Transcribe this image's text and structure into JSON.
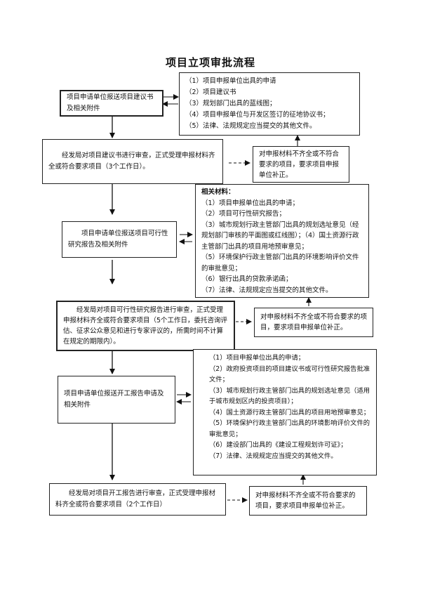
{
  "title": "项目立项审批流程",
  "steps": [
    {
      "text": "项目申请单位报送项目建议书及相关附件",
      "materials": [
        "（1）项目申报单位出具的申请",
        "（2）项目建议书",
        "（3）规划部门出具的蓝线图；",
        "（4）项目申报单位与开发区签订的征地协议书；",
        "（5）法律、法规规定应当提交的其他文件。"
      ]
    },
    {
      "text": "经发局对项目建议书进行审查，正式受理申报材料齐全或符合要求项目（3个工作日）。",
      "incomplete_note": "对申报材料不齐全或不符合要求的项目，要求项目申报单位补正。"
    },
    {
      "text": "项目申请单位报送项目可行性研究报告及相关附件",
      "materials_heading": "相关材料：",
      "materials": [
        "（1）项目申报单位出具的申请；",
        "（2）项目可行性研究报告；",
        "（3）城市规划行政主管部门出具的规划选址意见（经规划部门审核的平面图或红线图）；（4）国土资源行政主管部门出具的项目用地预审意见；",
        "（5）环境保护行政主管部门出具的环境影响评价文件的审批意见；",
        "（6）银行出具的贷款承诺函；",
        "（7）法律、法规规定应当提交的其他文件。"
      ]
    },
    {
      "text": "经发局对项目可行性研究报告进行审查，正式受理申报材料齐全或符合要求项目（5个工作日，委托咨询评估、征求公众意见和进行专家评议的，所需时间不计算在规定的期限内）。",
      "incomplete_note": "对申报材料不齐全或不符合要求的项目，要求项目申报单位补正。"
    },
    {
      "text": "项目申请单位报送开工报告申请及相关附件",
      "materials": [
        "（1）项目申报单位出具的申请；",
        "（2）政府投资项目的项目建议书或可行性研究报告批准文件；",
        "（3）城市规划行政主管部门出具的规划选址意见（适用于城市规划区内的投资项目）；",
        "（4）国土资源行政主管部门出具的项目用地预审意见；",
        "（5）环境保护行政主管部门出具的环境影响评价文件的审批意见；",
        "（6）建设部门出具的《建设工程规划许可证》；",
        "（7）法律、法规规定应当提交的其他文件。"
      ]
    },
    {
      "text": "经发局对项目开工报告进行审查，正式受理申报材料齐全或符合要求项目（2个工作日）",
      "incomplete_note": "对申报材料不齐全或不符合要求的项目，要求项目申报单位补正。"
    }
  ]
}
